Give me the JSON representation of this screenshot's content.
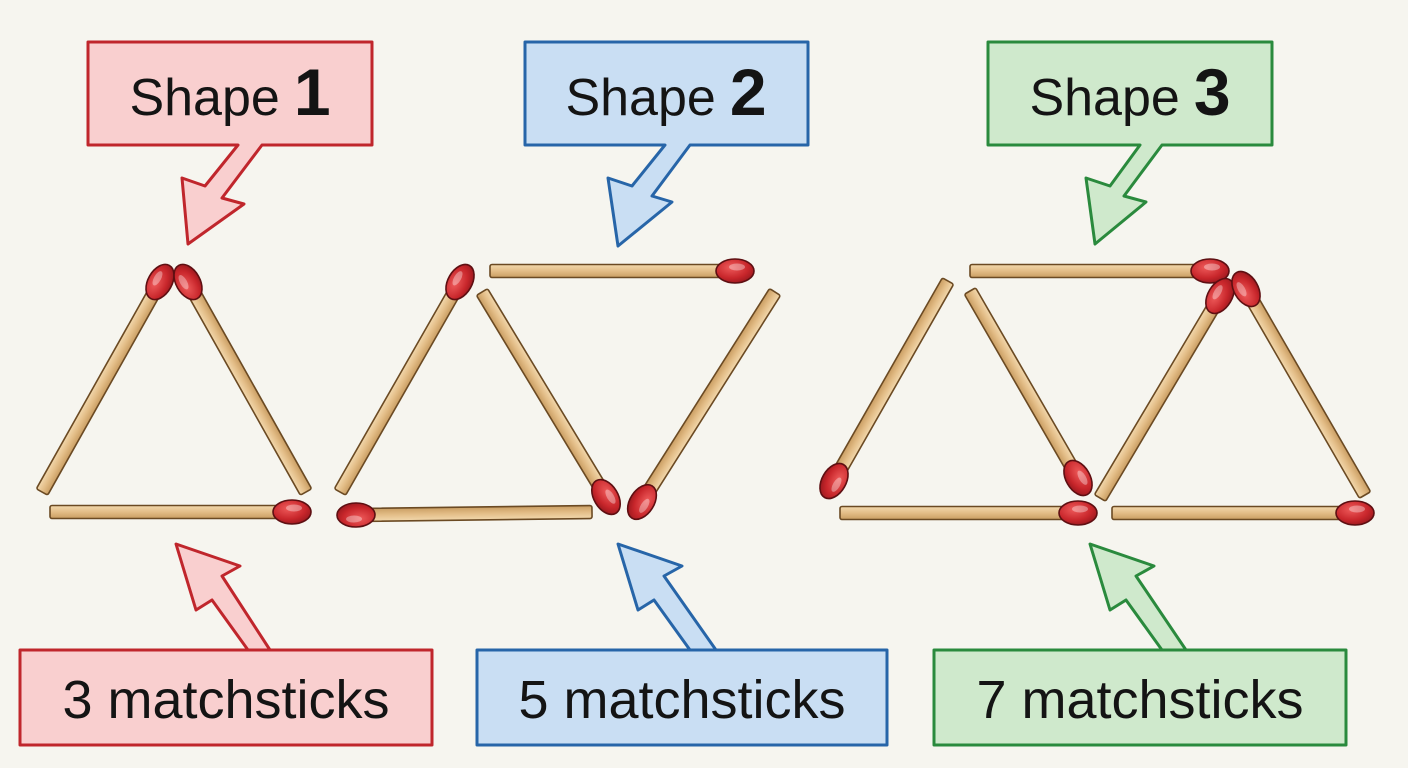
{
  "shapes": [
    {
      "title_word": "Shape",
      "title_number": "1",
      "count_label": "3 matchsticks",
      "color": {
        "fill": "#f9cfcf",
        "stroke": "#c0262c"
      }
    },
    {
      "title_word": "Shape",
      "title_number": "2",
      "count_label": "5 matchsticks",
      "color": {
        "fill": "#c9def3",
        "stroke": "#2765a8"
      }
    },
    {
      "title_word": "Shape",
      "title_number": "3",
      "count_label": "7 matchsticks",
      "color": {
        "fill": "#cfe9cc",
        "stroke": "#2a8a3d"
      }
    }
  ],
  "colors": {
    "background": "#f6f5ef",
    "match_wood": "#e6c38e",
    "match_head": "#c8262b"
  }
}
